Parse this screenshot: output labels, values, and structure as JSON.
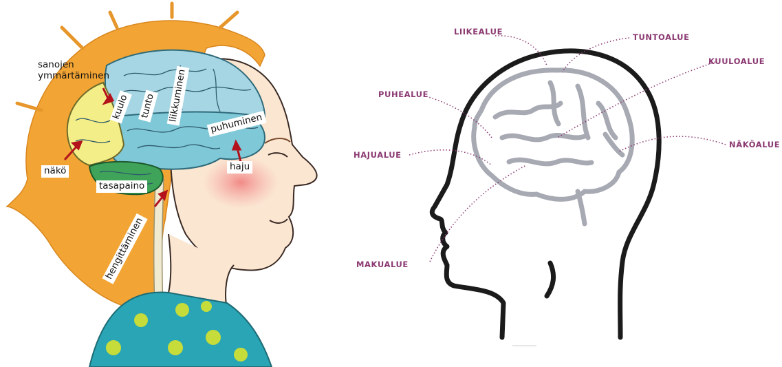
{
  "illustration": {
    "labels": {
      "sanojen": "sanojen",
      "ymmartaminen": "ymmärtäminen",
      "kuulo": "kuulo",
      "tunto": "tunto",
      "liikkuminen": "liikkuminen",
      "puhuminen": "puhuminen",
      "nako": "näkö",
      "haju": "haju",
      "tasapaino": "tasapaino",
      "hengittaminen": "hengittäminen"
    },
    "colors": {
      "hair": "#f2a534",
      "brain_front": "#7fc8d8",
      "brain_top": "#a6d6e4",
      "brain_back": "#f4ee88",
      "brain_cerebellum": "#3fa35a",
      "shirt": "#2aa5b5",
      "dots": "#c6dc3a",
      "skin": "#fbe6d2",
      "arrow": "#b3121c"
    }
  },
  "schematic": {
    "labels": {
      "liikealue": "LIIKEALUE",
      "tuntoalue": "TUNTOALUE",
      "kuuloalue": "KUULOALUE",
      "puhealue": "PUHEALUE",
      "hajualue": "HAJUALUE",
      "nakoalue": "NÄKÖALUE",
      "makualue": "MAKUALUE"
    },
    "colors": {
      "label": "#8b3a72",
      "outline": "#1b1b1b",
      "brain": "#a7a9b3"
    }
  }
}
